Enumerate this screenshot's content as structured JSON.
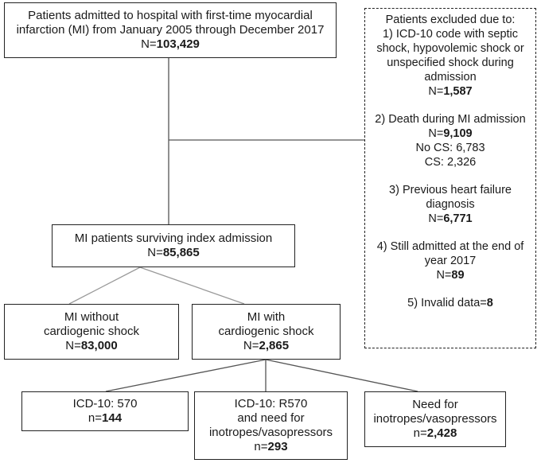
{
  "nodes": {
    "admitted": {
      "lines": [
        "Patients admitted to hospital with first-time myocardial",
        "infarction (MI) from January 2005 through December 2017"
      ],
      "n_prefix": "N=",
      "n_value": "103,429"
    },
    "surviving": {
      "lines": [
        "MI patients surviving index admission"
      ],
      "n_prefix": "N=",
      "n_value": "85,865"
    },
    "without_cs": {
      "lines": [
        "MI without",
        "cardiogenic shock"
      ],
      "n_prefix": "N=",
      "n_value": "83,000"
    },
    "with_cs": {
      "lines": [
        "MI with",
        "cardiogenic shock"
      ],
      "n_prefix": "N=",
      "n_value": "2,865"
    },
    "icd_570": {
      "lines": [
        "ICD-10: 570"
      ],
      "n_prefix": "n=",
      "n_value": "144"
    },
    "icd_r570": {
      "lines": [
        "ICD-10: R570",
        "and need for",
        "inotropes/vasopressors"
      ],
      "n_prefix": "n=",
      "n_value": "293"
    },
    "need_inotropes": {
      "lines": [
        "Need for",
        "inotropes/vasopressors"
      ],
      "n_prefix": "n=",
      "n_value": "2,428"
    }
  },
  "exclusions": {
    "heading": "Patients excluded due to:",
    "item1": {
      "lines": [
        "1) ICD-10 code with septic",
        "shock, hypovolemic shock or",
        "unspecified shock during",
        "admission"
      ],
      "n_prefix": "N=",
      "n_value": "1,587"
    },
    "item2": {
      "line": "2) Death during  MI admission",
      "n_prefix": "N=",
      "n_value": "9,109",
      "sub1": "No CS: 6,783",
      "sub2": "CS: 2,326"
    },
    "item3": {
      "lines": [
        "3) Previous heart failure",
        "diagnosis"
      ],
      "n_prefix": "N=",
      "n_value": "6,771"
    },
    "item4": {
      "lines": [
        "4) Still admitted at the end of",
        "year 2017"
      ],
      "n_prefix": "N=",
      "n_value": "89"
    },
    "item5": {
      "prefix": "5) Invalid data=",
      "value": "8"
    }
  }
}
